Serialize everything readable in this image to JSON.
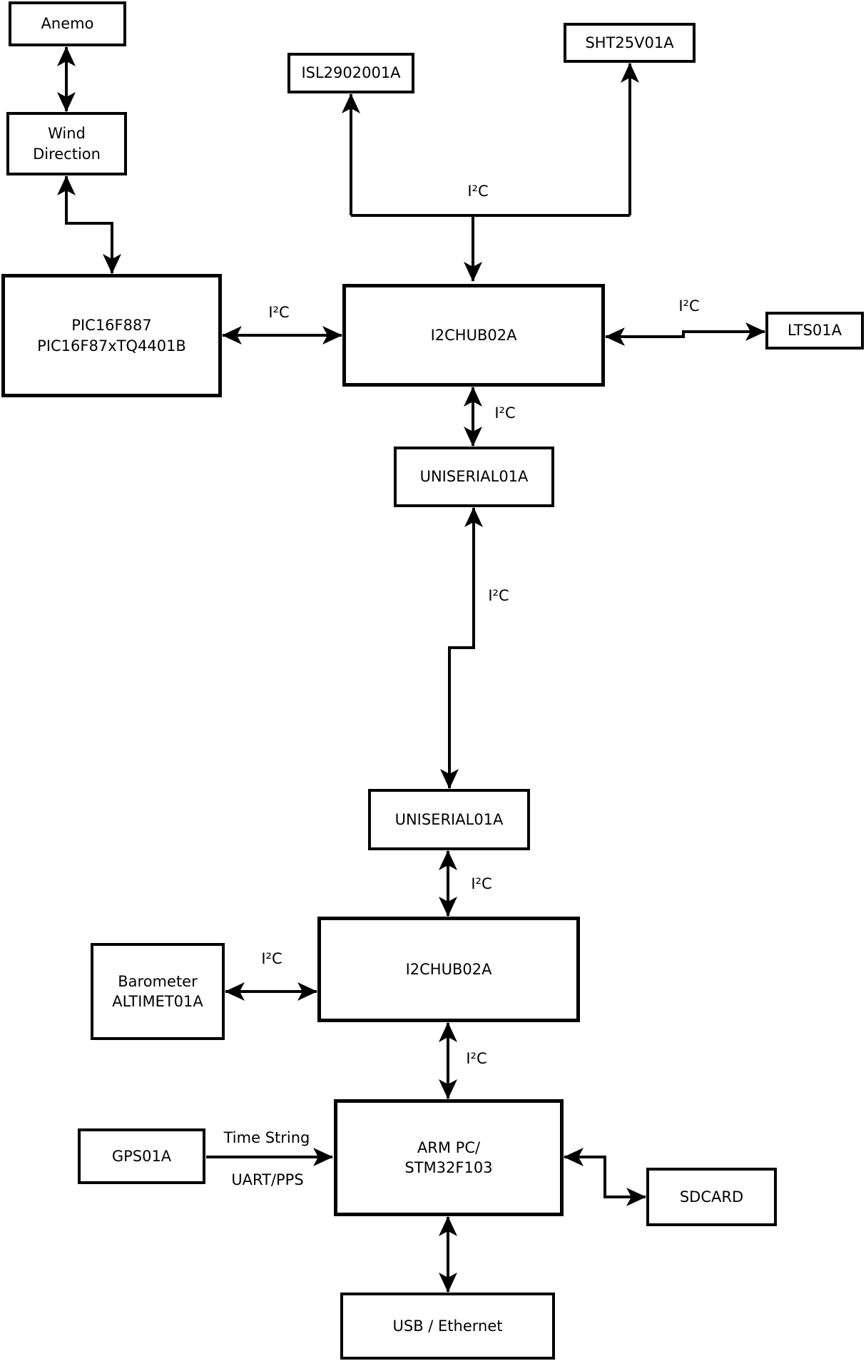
{
  "diagram": {
    "background_color": "#ffffff",
    "stroke_color": "#000000",
    "nodes": {
      "anemo": {
        "lines": [
          "Anemo"
        ]
      },
      "wind_direction": {
        "lines": [
          "Wind",
          "Direction"
        ]
      },
      "pic": {
        "lines": [
          "PIC16F887",
          "PIC16F87xTQ4401B"
        ]
      },
      "isl": {
        "lines": [
          "ISL2902001A"
        ]
      },
      "sht": {
        "lines": [
          "SHT25V01A"
        ]
      },
      "hub1": {
        "lines": [
          "I2CHUB02A"
        ]
      },
      "lts": {
        "lines": [
          "LTS01A"
        ]
      },
      "uniserial1": {
        "lines": [
          "UNISERIAL01A"
        ]
      },
      "uniserial2": {
        "lines": [
          "UNISERIAL01A"
        ]
      },
      "hub2": {
        "lines": [
          "I2CHUB02A"
        ]
      },
      "barometer": {
        "lines": [
          "Barometer",
          "ALTIMET01A"
        ]
      },
      "gps": {
        "lines": [
          "GPS01A"
        ]
      },
      "arm": {
        "lines": [
          "ARM PC/",
          "STM32F103"
        ]
      },
      "sdcard": {
        "lines": [
          "SDCARD"
        ]
      },
      "usb": {
        "lines": [
          "USB / Ethernet"
        ]
      }
    },
    "edge_labels": {
      "bus_top": "I²C",
      "pic_hub1": "I²C",
      "hub1_lts": "I²C",
      "hub1_uniserial1": "I²C",
      "uniserial1_uniserial2": "I²C",
      "uniserial2_hub2": "I²C",
      "barometer_hub2": "I²C",
      "hub2_arm": "I²C",
      "gps_arm_top": "Time String",
      "gps_arm_bottom": "UART/PPS"
    }
  }
}
